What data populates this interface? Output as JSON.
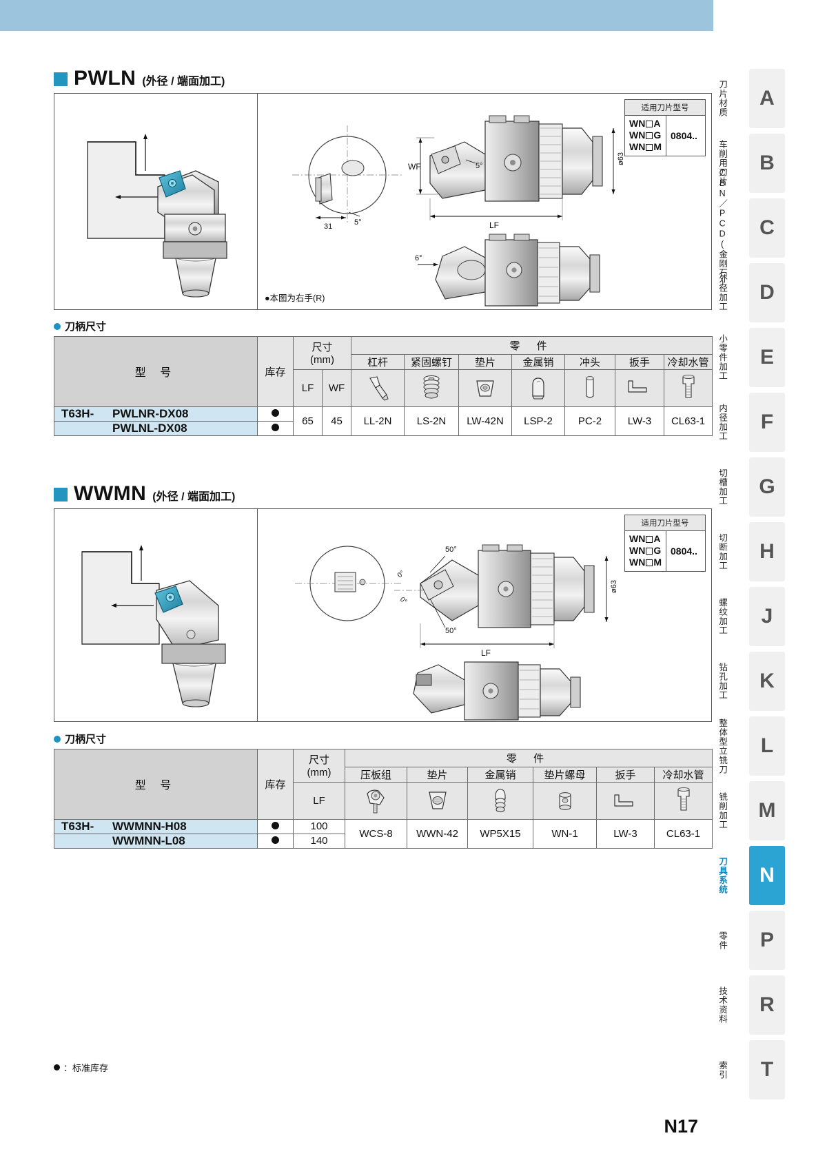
{
  "page": {
    "number": "N17",
    "footnote": "：标准库存"
  },
  "sections": [
    {
      "mark_color": "#2395bf",
      "code": "PWLN",
      "subtitle": "(外径 / 端面加工)",
      "figure_note": "●本图为右手(R)",
      "insert_box": {
        "header": "适用刀片型号",
        "codes": [
          "WN",
          "WN",
          "WN"
        ],
        "suffixes": [
          "A",
          "G",
          "M"
        ],
        "size": "0804.."
      },
      "dim_caption": "刀柄尺寸",
      "table": {
        "model_header": "型 号",
        "stock_header": "库存",
        "dim_header": "尺寸",
        "dim_unit": "(mm)",
        "dim_cols": [
          "LF",
          "WF"
        ],
        "parts_header": "零 件",
        "part_cols": [
          "杠杆",
          "紧固螺钉",
          "垫片",
          "金属销",
          "冲头",
          "扳手",
          "冷却水管"
        ],
        "part_icons": [
          "lever-icon",
          "clamp-screw-icon",
          "shim-icon",
          "metal-pin-icon",
          "punch-icon",
          "wrench-icon",
          "coolant-tube-icon"
        ],
        "rows": [
          {
            "prefix": "T63H-",
            "model": "PWLNR-DX08",
            "stock": "●"
          },
          {
            "prefix": "",
            "model": "PWLNL-DX08",
            "stock": "●"
          }
        ],
        "dim_values": [
          "65",
          "45"
        ],
        "part_values": [
          "LL-2N",
          "LS-2N",
          "LW-42N",
          "LSP-2",
          "PC-2",
          "LW-3",
          "CL63-1"
        ]
      }
    },
    {
      "mark_color": "#2395bf",
      "code": "WWMN",
      "subtitle": "(外径 / 端面加工)",
      "figure_note": "",
      "insert_box": {
        "header": "适用刀片型号",
        "codes": [
          "WN",
          "WN",
          "WN"
        ],
        "suffixes": [
          "A",
          "G",
          "M"
        ],
        "size": "0804.."
      },
      "dim_caption": "刀柄尺寸",
      "table": {
        "model_header": "型 号",
        "stock_header": "库存",
        "dim_header": "尺寸",
        "dim_unit": "(mm)",
        "dim_cols": [
          "LF"
        ],
        "parts_header": "零 件",
        "part_cols": [
          "压板组",
          "垫片",
          "金属销",
          "垫片螺母",
          "扳手",
          "冷却水管"
        ],
        "part_icons": [
          "clamp-set-icon",
          "shim-icon",
          "metal-pin-icon",
          "shim-nut-icon",
          "wrench-icon",
          "coolant-tube-icon"
        ],
        "rows": [
          {
            "prefix": "T63H-",
            "model": "WWMNN-H08",
            "stock": "●",
            "lf": "100"
          },
          {
            "prefix": "",
            "model": "WWMNN-L08",
            "stock": "●",
            "lf": "140"
          }
        ],
        "part_values": [
          "WCS-8",
          "WWN-42",
          "WP5X15",
          "WN-1",
          "LW-3",
          "CL63-1"
        ]
      }
    }
  ],
  "figure_labels": {
    "pwln": {
      "angle_31": "31",
      "angle_5a": "5°",
      "angle_5b": "5°",
      "angle_6": "6°",
      "wf": "WF",
      "lf": "LF",
      "dia": "ø63"
    },
    "wwmn": {
      "angle_50a": "50°",
      "angle_50b": "50°",
      "lf": "LF",
      "dia": "ø63"
    }
  },
  "rail": {
    "categories": [
      "刀片材质",
      "车削用刀片",
      "CBN／PCD(金刚石)",
      "外径加工",
      "小零件加工",
      "内径加工",
      "切槽加工",
      "切断加工",
      "螺纹加工",
      "钻孔加工",
      "整体型立铣刀",
      "铣削加工",
      "刀具系统",
      "零件",
      "技术资料",
      "索引"
    ],
    "letters": [
      "A",
      "B",
      "C",
      "D",
      "E",
      "F",
      "G",
      "H",
      "J",
      "K",
      "L",
      "M",
      "N",
      "P",
      "R",
      "T"
    ],
    "selected_letter": "N",
    "selected_index": 12
  }
}
